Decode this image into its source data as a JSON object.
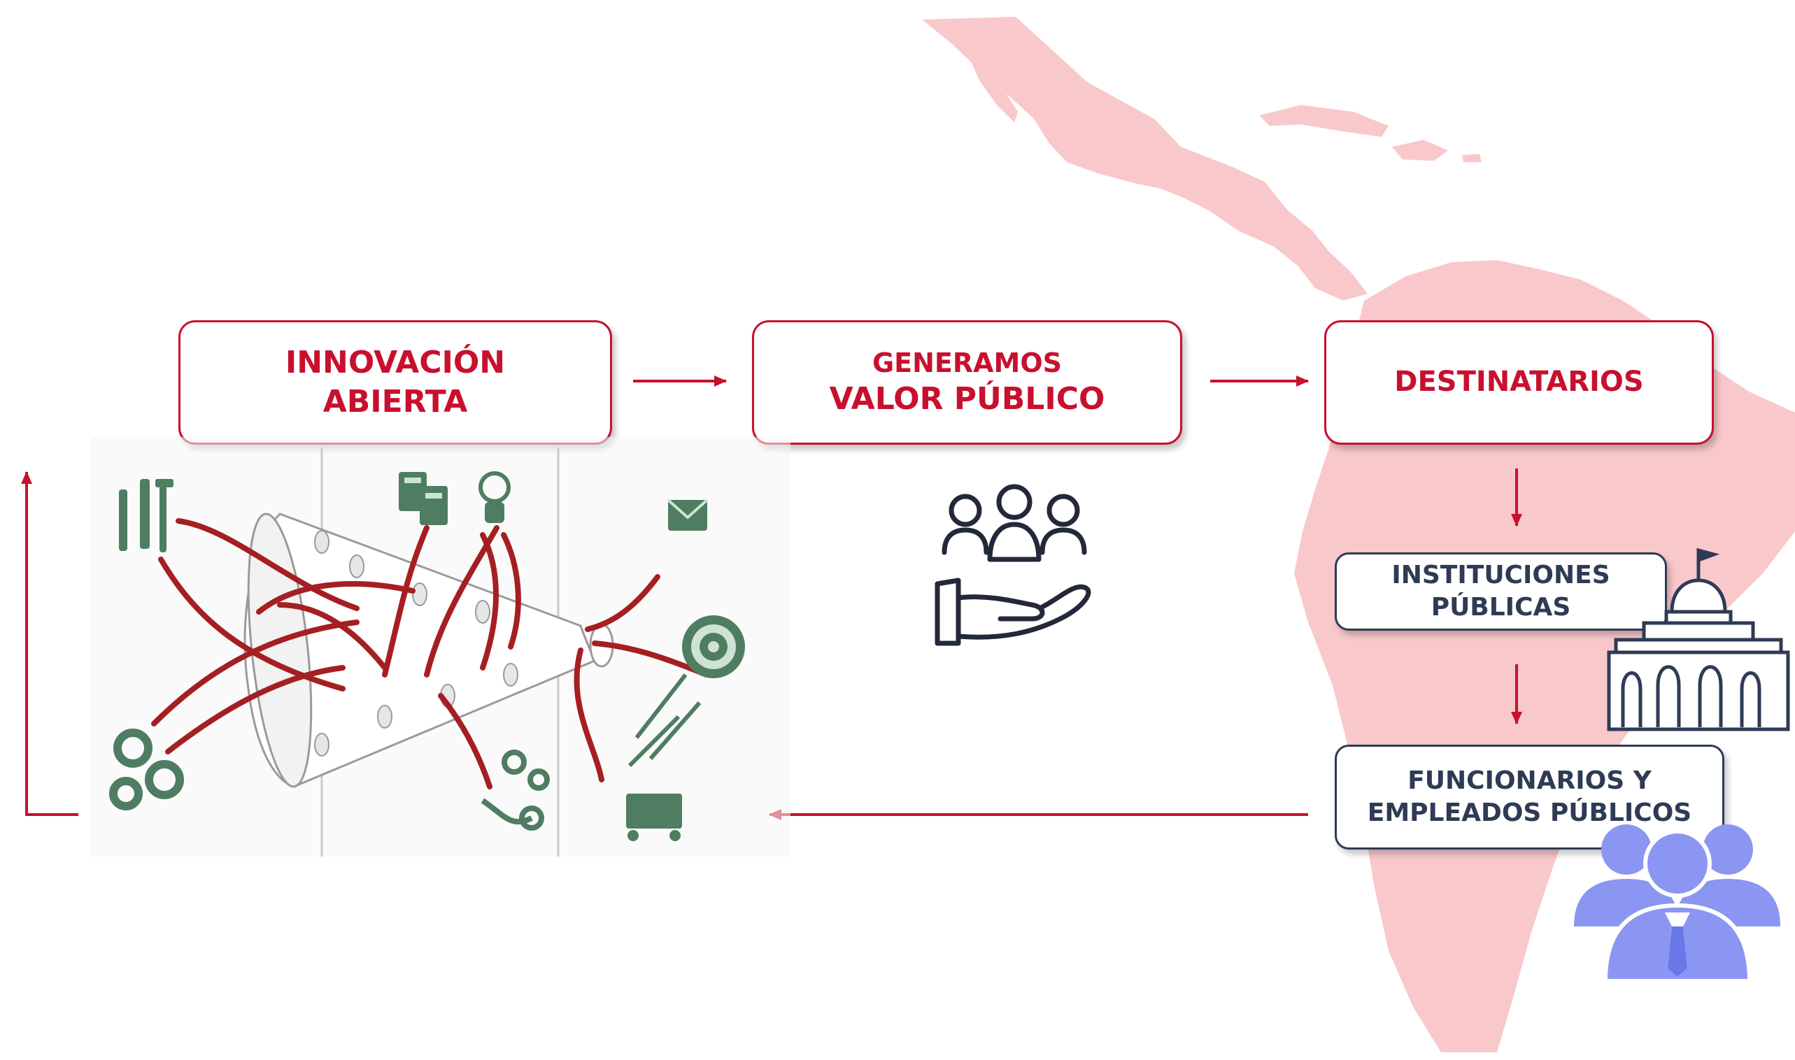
{
  "colors": {
    "accent_red": "#c8102e",
    "navy": "#2e3b55",
    "map_pink": "#f9c8cb",
    "icon_green": "#4f7d61",
    "users_blue": "#8b96f2",
    "arrow_dark_red": "#a51f22"
  },
  "boxes": {
    "innovacion": {
      "line1": "INNOVACIÓN",
      "line2": "ABIERTA"
    },
    "generamos": {
      "line1": "GENERAMOS",
      "line2": "VALOR PÚBLICO"
    },
    "destinatarios": {
      "line1": "DESTINATARIOS"
    },
    "instituciones": {
      "line1": "INSTITUCIONES",
      "line2": "PÚBLICAS"
    },
    "funcionarios": {
      "line1": "FUNCIONARIOS Y",
      "line2": "EMPLEADOS PÚBLICOS"
    }
  },
  "icons": [
    "tools-icon",
    "gears-icon",
    "money-icon",
    "lightbulb-icon",
    "mail-icon",
    "target-icon",
    "process-gears-icon",
    "cart-icon",
    "people-hand-icon",
    "building-icon",
    "users-icon",
    "latin-america-map"
  ],
  "flow": [
    "INNOVACIÓN ABIERTA",
    "GENERAMOS VALOR PÚBLICO",
    "DESTINATARIOS",
    "INSTITUCIONES PÚBLICAS",
    "FUNCIONARIOS Y EMPLEADOS PÚBLICOS"
  ]
}
